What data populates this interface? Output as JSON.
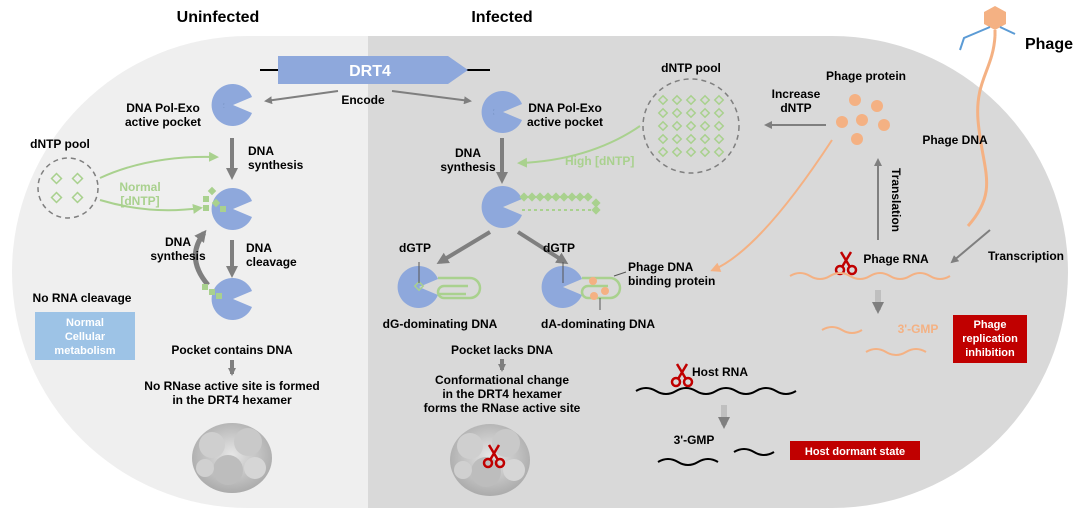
{
  "headers": {
    "uninfected": "Uninfected",
    "infected": "Infected",
    "phage": "Phage"
  },
  "gene": "DRT4",
  "encode": "Encode",
  "left": {
    "pol_exo": [
      "DNA Pol-Exo",
      "active pocket"
    ],
    "dntp_pool": "dNTP pool",
    "dna_synthesis_1": [
      "DNA",
      "synthesis"
    ],
    "normal_dntp": [
      "Normal",
      "[dNTP]"
    ],
    "dna_cleavage": [
      "DNA",
      "cleavage"
    ],
    "dna_synthesis_2": [
      "DNA",
      "synthesis"
    ],
    "no_rna_cleavage": "No RNA cleavage",
    "metabolism": [
      "Normal",
      "Cellular",
      "metabolism"
    ],
    "pocket_contains": "Pocket contains DNA",
    "no_rnase": [
      "No RNase active site is formed",
      "in the DRT4 hexamer"
    ]
  },
  "middle": {
    "pol_exo": [
      "DNA Pol-Exo",
      "active pocket"
    ],
    "dna_synthesis": [
      "DNA",
      "synthesis"
    ],
    "high_dntp": "High [dNTP]",
    "dgtp_1": "dGTP",
    "dgtp_2": "dGTP",
    "dg_dominating": "dG-dominating DNA",
    "da_dominating": "dA-dominating DNA",
    "pocket_lacks": "Pocket lacks DNA",
    "conformational": [
      "Conformational change",
      "in the DRT4 hexamer",
      "forms the RNase active site"
    ],
    "phage_dna_binding": [
      "Phage DNA",
      "binding protein"
    ]
  },
  "right": {
    "dntp_pool": "dNTP pool",
    "increase_dntp": [
      "Increase",
      "dNTP"
    ],
    "phage_protein": "Phage protein",
    "phage_dna": "Phage DNA",
    "translation": "Translation",
    "transcription": "Transcription",
    "phage_rna": "Phage RNA",
    "gmp_phage": "3'-GMP",
    "phage_inhibition": [
      "Phage",
      "replication",
      "inhibition"
    ],
    "host_rna": "Host RNA",
    "gmp_host": "3'-GMP",
    "host_dormant": "Host dormant state"
  },
  "colors": {
    "pocket_blue": "#8ea8dc",
    "dntp_green": "#9ccc78",
    "phage_orange": "#f4b183",
    "red_box": "#c00000",
    "metabolism_box": "#9dc3e6",
    "cell_left": "#efefef",
    "cell_right": "#d9d9d9"
  }
}
